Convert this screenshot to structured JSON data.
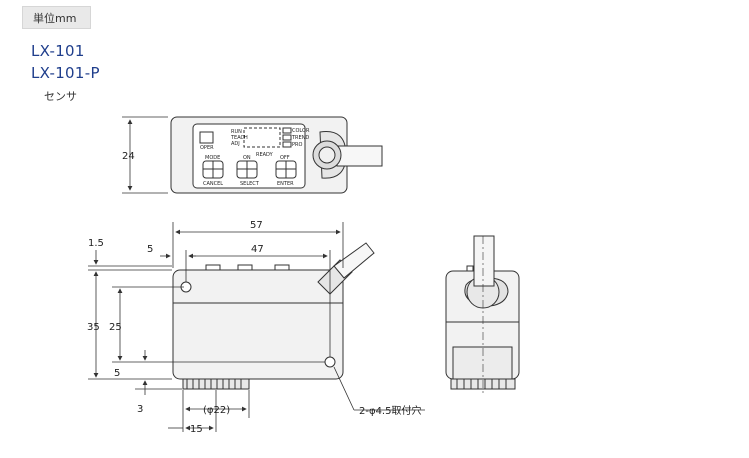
{
  "header": {
    "unit_label": "単位mm"
  },
  "models": [
    "LX-101",
    "LX-101-P"
  ],
  "part_label": "センサ",
  "top_view": {
    "panel_labels": [
      "RUN",
      "TEACH",
      "ADJ",
      "OPER",
      "MODE",
      "CANCEL",
      "ON",
      "READY",
      "OFF",
      "SELECT",
      "ENTER",
      "COLOR",
      "TREND",
      "PRO"
    ],
    "dim_height": "24"
  },
  "front_view": {
    "dim_total_width": "57",
    "dim_hole_pitch": "47",
    "dim_left_offset": "5",
    "dim_top_offset": "1.5",
    "dim_height_total": "35",
    "dim_hole_vertical": "25",
    "dim_bottom_hole": "5",
    "dim_base": "3",
    "dim_diameter": "(φ22)",
    "dim_center": "15",
    "hole_note": "2-φ4.5取付穴"
  },
  "colors": {
    "model_text": "#1f3e8c",
    "body_fill": "#f2f2f2",
    "outline": "#333333"
  }
}
